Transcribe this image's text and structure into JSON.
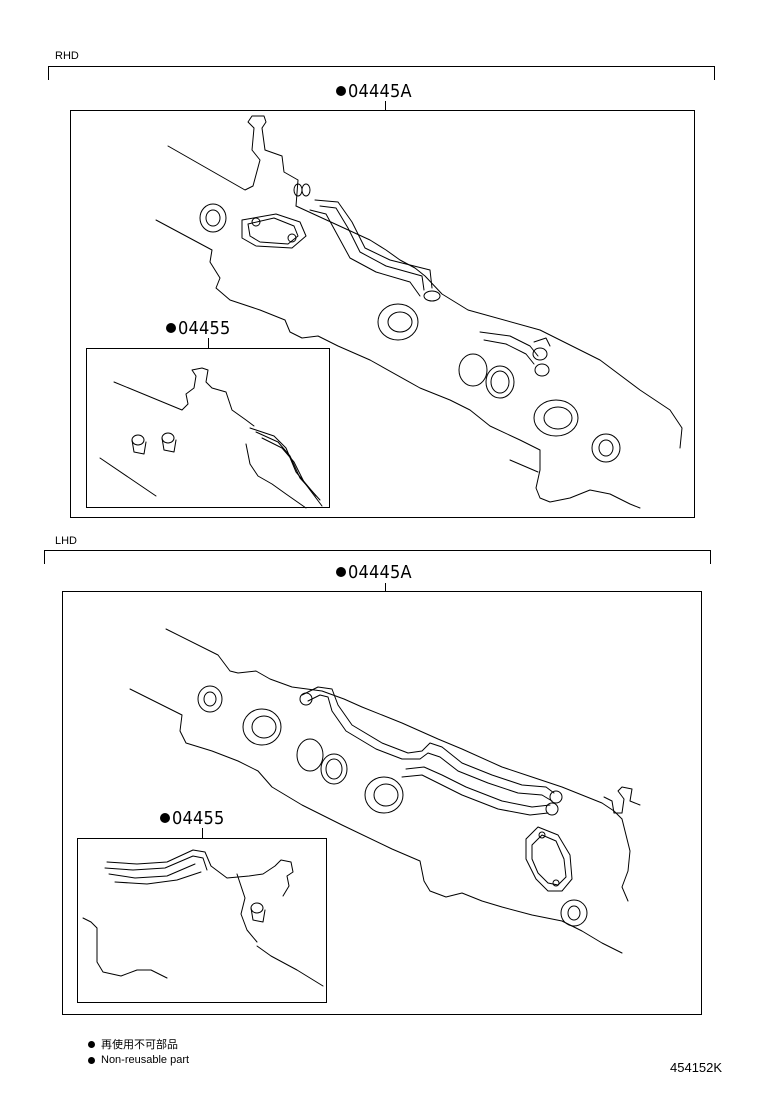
{
  "sections": [
    {
      "label": "RHD",
      "kit_label": "04445A",
      "sub_kit_label": "04455"
    },
    {
      "label": "LHD",
      "kit_label": "04445A",
      "sub_kit_label": "04455"
    }
  ],
  "legend": [
    {
      "text": "再使用不可部品"
    },
    {
      "text": "Non-reusable part"
    }
  ],
  "illustration_code": "454152K"
}
